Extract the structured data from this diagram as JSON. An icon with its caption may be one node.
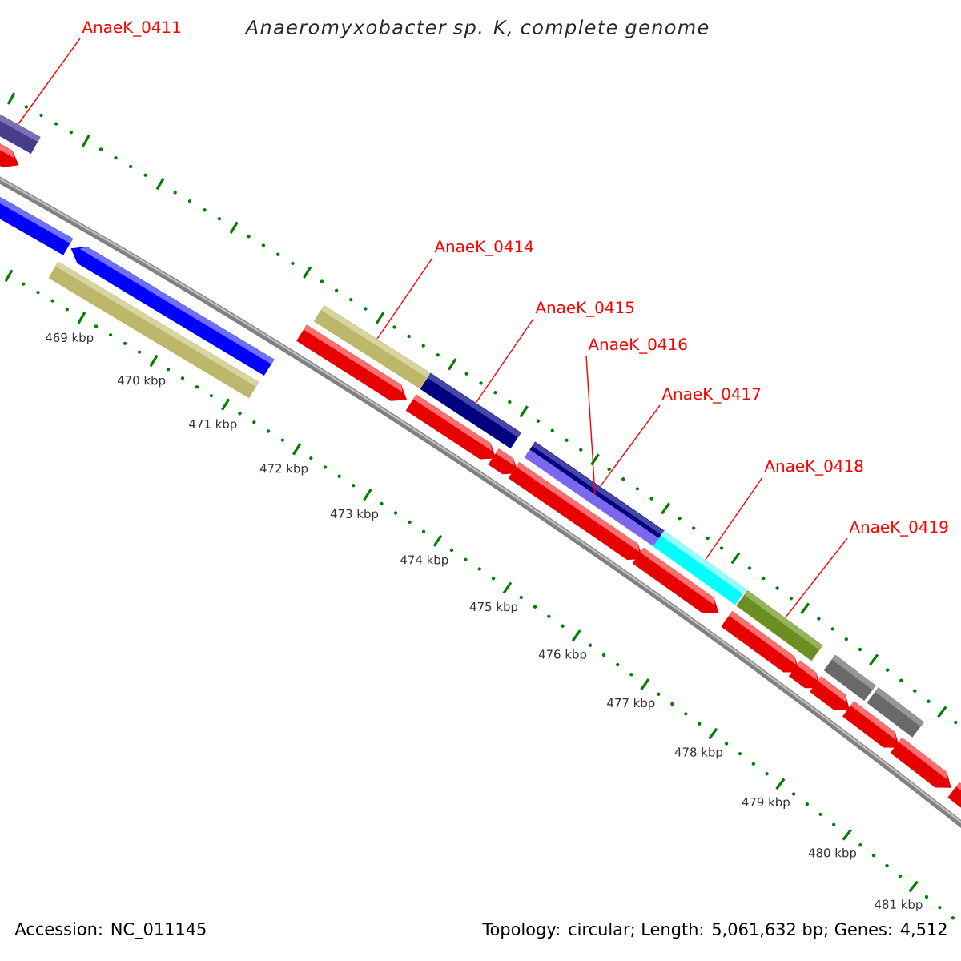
{
  "diagram": {
    "title": "Anaeromyxobacter sp. K, complete genome",
    "nodes": [
      {
        "text": [
          "AnaeK_0411"
        ]
      },
      {
        "text": [
          "AnaeK_0414"
        ]
      },
      {
        "text": [
          "AnaeK_0415"
        ]
      },
      {
        "text": [
          "AnaeK_0416"
        ]
      },
      {
        "text": [
          "AnaeK_0417"
        ]
      },
      {
        "text": [
          "AnaeK_0418"
        ]
      },
      {
        "text": [
          "AnaeK_0419"
        ]
      },
      {
        "text": [],
        "shape": "bar"
      },
      {
        "text": [],
        "shape": "bar"
      },
      {
        "text": [],
        "shape": "bar"
      },
      {
        "text": [],
        "shape": "bar"
      },
      {
        "text": [],
        "shape": "bar"
      },
      {
        "text": [],
        "shape": "bar"
      },
      {
        "text": [],
        "shape": "bar"
      }
    ],
    "edges": [
      {
        "from": 0,
        "to": 7,
        "arrow": "none"
      },
      {
        "from": 1,
        "to": 8,
        "arrow": "none"
      },
      {
        "from": 2,
        "to": 9,
        "arrow": "none"
      },
      {
        "from": 3,
        "to": 10,
        "arrow": "none"
      },
      {
        "from": 4,
        "to": 11,
        "arrow": "none"
      },
      {
        "from": 5,
        "to": 12,
        "arrow": "none"
      },
      {
        "from": 6,
        "to": 13,
        "arrow": "none"
      }
    ],
    "labels": [
      "469 kbp",
      "470 kbp",
      "471 kbp",
      "472 kbp",
      "473 kbp",
      "474 kbp",
      "475 kbp",
      "476 kbp",
      "477 kbp",
      "478 kbp",
      "479 kbp",
      "480 kbp",
      "481 kbp",
      "Accession: NC_011145",
      "Topology: circular; Length: 5,061,632 bp; Genes: 4,512"
    ]
  }
}
